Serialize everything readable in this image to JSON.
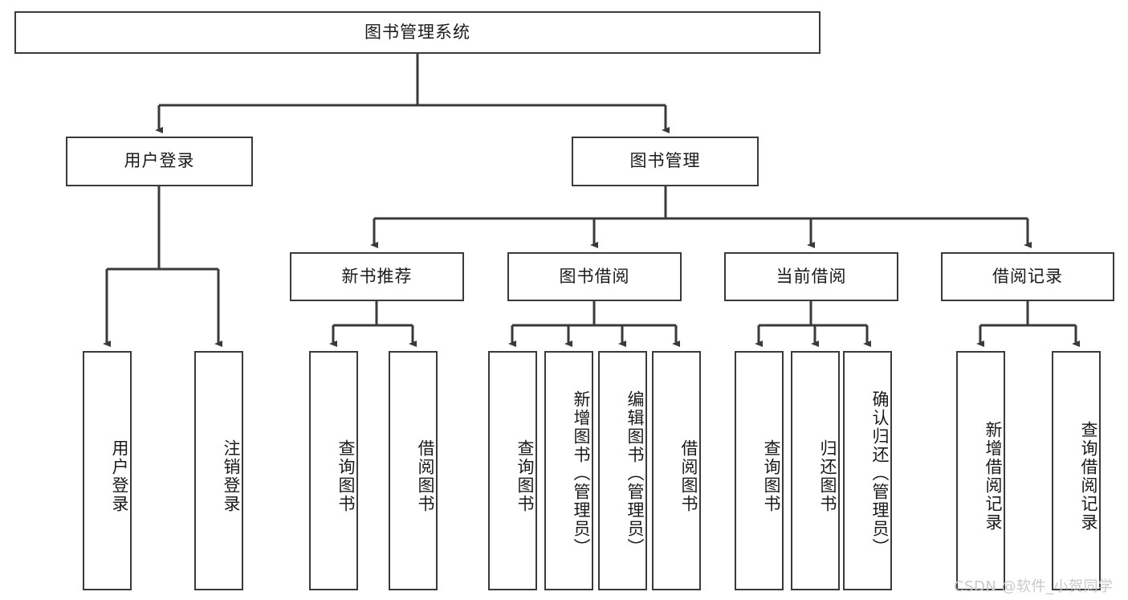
{
  "diagram": {
    "title": "图书管理系统",
    "type": "tree",
    "watermark": "CSDN @软件_小贺同学",
    "colors": {
      "border": "#3a3a3a",
      "background": "#ffffff",
      "text": "#1a1a1a",
      "watermark": "#c9c9c9"
    },
    "nodes": {
      "root": {
        "label": "图书管理系统"
      },
      "level2": [
        {
          "id": "user-login",
          "label": "用户登录"
        },
        {
          "id": "book-manage",
          "label": "图书管理"
        }
      ],
      "level3": [
        {
          "id": "new-book-recommend",
          "label": "新书推荐"
        },
        {
          "id": "book-borrow",
          "label": "图书借阅"
        },
        {
          "id": "current-borrow",
          "label": "当前借阅"
        },
        {
          "id": "borrow-record",
          "label": "借阅记录"
        }
      ],
      "leaves": {
        "user_login": [
          {
            "id": "leaf-user-login",
            "label": "用户登录"
          },
          {
            "id": "leaf-logout",
            "label": "注销登录"
          }
        ],
        "new_book_recommend": [
          {
            "id": "leaf-query-book-1",
            "label": "查询图书"
          },
          {
            "id": "leaf-borrow-book-1",
            "label": "借阅图书"
          }
        ],
        "book_borrow": [
          {
            "id": "leaf-query-book-2",
            "label": "查询图书"
          },
          {
            "id": "leaf-add-book",
            "label": "新增图书（管理员）"
          },
          {
            "id": "leaf-edit-book",
            "label": "编辑图书（管理员）"
          },
          {
            "id": "leaf-borrow-book-2",
            "label": "借阅图书"
          }
        ],
        "current_borrow": [
          {
            "id": "leaf-query-book-3",
            "label": "查询图书"
          },
          {
            "id": "leaf-return-book",
            "label": "归还图书"
          },
          {
            "id": "leaf-confirm-return",
            "label": "确认归还（管理员）"
          }
        ],
        "borrow_record": [
          {
            "id": "leaf-add-record",
            "label": "新增借阅记录"
          },
          {
            "id": "leaf-query-record",
            "label": "查询借阅记录"
          }
        ]
      }
    }
  }
}
